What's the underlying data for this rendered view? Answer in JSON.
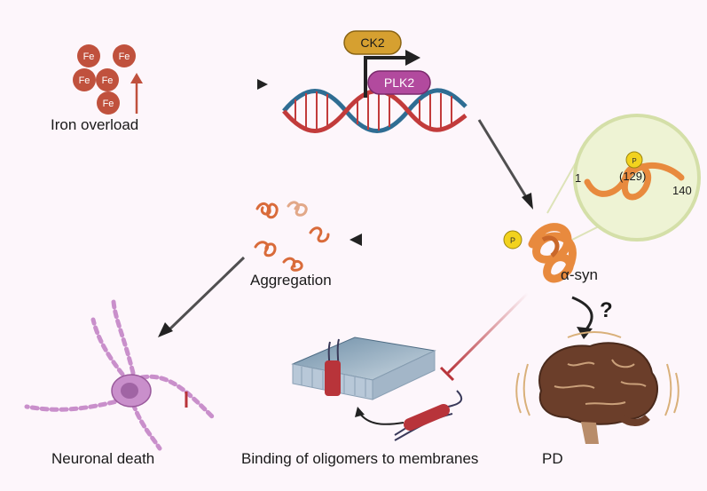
{
  "iron": {
    "atoms": [
      "Fe",
      "Fe",
      "Fe",
      "Fe",
      "Fe"
    ],
    "label": "Iron overload"
  },
  "kinases": {
    "ck2": "CK2",
    "plk2": "PLK2"
  },
  "protein": {
    "label": "α-syn",
    "phospho": "P",
    "start": "1",
    "site": "(129)",
    "end": "140"
  },
  "aggregation": {
    "label": "Aggregation"
  },
  "neuron": {
    "label": "Neuronal death"
  },
  "membrane": {
    "label": "Binding of oligomers to membranes"
  },
  "pd": {
    "label": "PD",
    "question": "?"
  },
  "colors": {
    "iron": "#c0513d",
    "ck2": "#d6a030",
    "plk2": "#b24a9e",
    "dna_red": "#c23b3b",
    "dna_blue": "#2f6d93",
    "protein": "#e88a3e",
    "inhibit": "#b8343a",
    "neuron": "#c98fcb",
    "brain": "#6b3e2a"
  }
}
